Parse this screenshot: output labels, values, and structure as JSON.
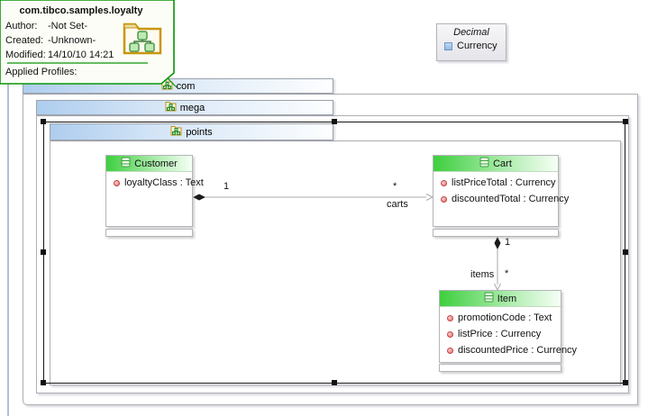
{
  "tooltip": {
    "title": "com.tibco.samples.loyalty",
    "rows": [
      {
        "label": "Author:",
        "value": "-Not Set-"
      },
      {
        "label": "Created:",
        "value": "-Unknown-"
      },
      {
        "label": "Modified:",
        "value": "14/10/10 14:21"
      }
    ],
    "footer_label": "Applied Profiles:",
    "icon": "model-package-folder-icon"
  },
  "type_box": {
    "stereotype": "Decimal",
    "name": "Currency",
    "icon": "primitive-type-icon"
  },
  "packages": [
    {
      "name": "com",
      "icon": "package-icon"
    },
    {
      "name": "mega",
      "icon": "package-icon"
    },
    {
      "name": "points",
      "icon": "package-icon",
      "selected": true
    }
  ],
  "classes": [
    {
      "name": "Customer",
      "attributes": [
        "loyaltyClass : Text"
      ]
    },
    {
      "name": "Cart",
      "attributes": [
        "listPriceTotal : Currency",
        "discountedTotal : Currency"
      ]
    },
    {
      "name": "Item",
      "attributes": [
        "promotionCode : Text",
        "listPrice : Currency",
        "discountedPrice : Currency"
      ]
    }
  ],
  "associations": [
    {
      "from": "Customer",
      "to": "Cart",
      "source_mult": "1",
      "target_mult": "*",
      "target_role": "carts",
      "kind": "composition"
    },
    {
      "from": "Cart",
      "to": "Item",
      "source_mult": "1",
      "target_mult": "*",
      "target_role": "items",
      "kind": "composition"
    }
  ],
  "colors": {
    "package_header_blue": "#aecdee",
    "class_header_green": "#3ecf3e",
    "tooltip_border_green": "#089608",
    "selection_black": "#151515",
    "attribute_dot_red": "#e96666",
    "currency_icon_blue": "#94b9e2",
    "association_gray": "#a8a8a8",
    "page_edge_lavender": "#b7bcd9"
  }
}
